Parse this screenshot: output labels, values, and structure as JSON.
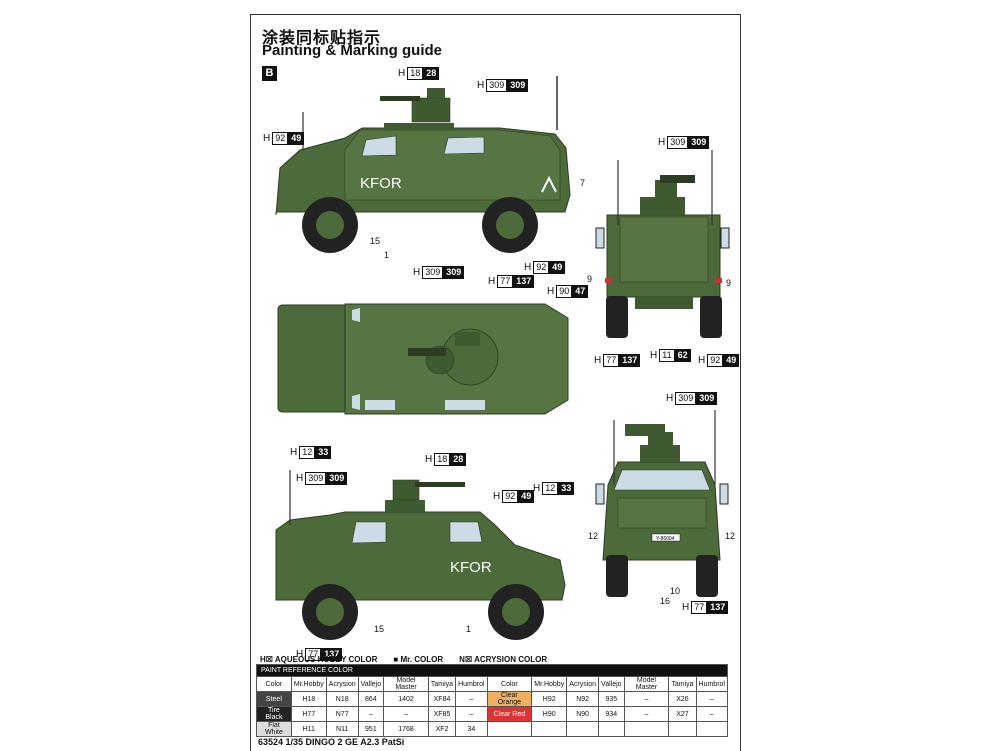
{
  "header": {
    "title_cn": "涂装同标贴指示",
    "title_en": "Painting & Marking guide",
    "variant": "B"
  },
  "callouts": {
    "c1": {
      "h": "H",
      "a": "18",
      "b": "28"
    },
    "c2": {
      "h": "H",
      "a": "309",
      "b": "309"
    },
    "c3": {
      "h": "H",
      "a": "92",
      "b": "49"
    },
    "c4": {
      "h": "H",
      "a": "309",
      "b": "309"
    },
    "c5": {
      "h": "H",
      "a": "77",
      "b": "137"
    },
    "c6": {
      "h": "H",
      "a": "92",
      "b": "49"
    },
    "c7": {
      "h": "H",
      "a": "90",
      "b": "47"
    },
    "c8": {
      "h": "H",
      "a": "309",
      "b": "309"
    },
    "c9": {
      "h": "H",
      "a": "77",
      "b": "137"
    },
    "c10": {
      "h": "H",
      "a": "11",
      "b": "62"
    },
    "c11": {
      "h": "H",
      "a": "92",
      "b": "49"
    },
    "c12": {
      "h": "H",
      "a": "12",
      "b": "33"
    },
    "c13": {
      "h": "H",
      "a": "309",
      "b": "309"
    },
    "c14": {
      "h": "H",
      "a": "18",
      "b": "28"
    },
    "c15": {
      "h": "H",
      "a": "92",
      "b": "49"
    },
    "c16": {
      "h": "H",
      "a": "309",
      "b": "309"
    },
    "c17": {
      "h": "H",
      "a": "12",
      "b": "33"
    },
    "c18": {
      "h": "H",
      "a": "77",
      "b": "137"
    },
    "c19": {
      "h": "H",
      "a": "77",
      "b": "137"
    }
  },
  "part_numbers": {
    "n7": "7",
    "n15a": "15",
    "n1a": "1",
    "n9a": "9",
    "n9b": "9",
    "n1b": "1",
    "n15b": "15",
    "n12a": "12",
    "n12b": "12",
    "n10": "10",
    "n16": "16"
  },
  "vehicle": {
    "marking": "KFOR",
    "front_plate": "Y-86004",
    "colors": {
      "green": "#4d6a3a",
      "dark_green": "#36502a",
      "window": "#ccdbe6",
      "tire": "#222222"
    }
  },
  "paint_ref": {
    "legend": [
      "AQUEOUS HOBBY COLOR",
      "Mr. COLOR",
      "ACRYSION COLOR"
    ],
    "legend_marks": [
      "H☒",
      "■",
      "N☒"
    ],
    "caption": "PAINT REFERENCE COLOR",
    "columns": [
      "Color",
      "Mr.Hobby",
      "Acrysion",
      "Vallejo",
      "Model Master",
      "Tamiya",
      "Humbrol"
    ],
    "rows_left": [
      {
        "color": "Steel",
        "mrhobby": "H18",
        "acrysion": "N18",
        "vallejo": "864",
        "mm": "1402",
        "tamiya": "XF84",
        "humbrol": "–"
      },
      {
        "color": "Tire Black",
        "mrhobby": "H77",
        "acrysion": "N77",
        "vallejo": "–",
        "mm": "–",
        "tamiya": "XF85",
        "humbrol": "–"
      },
      {
        "color": "Flat White",
        "mrhobby": "H11",
        "acrysion": "N11",
        "vallejo": "951",
        "mm": "1768",
        "tamiya": "XF2",
        "humbrol": "34"
      }
    ],
    "rows_right": [
      {
        "color": "Clear Orange",
        "mrhobby": "H92",
        "acrysion": "N92",
        "vallejo": "935",
        "mm": "–",
        "tamiya": "X26",
        "humbrol": "–"
      },
      {
        "color": "Clear Red",
        "mrhobby": "H90",
        "acrysion": "N90",
        "vallejo": "934",
        "mm": "–",
        "tamiya": "X27",
        "humbrol": "–"
      },
      {
        "color": "",
        "mrhobby": "",
        "acrysion": "",
        "vallejo": "",
        "mm": "",
        "tamiya": "",
        "humbrol": ""
      }
    ]
  },
  "footer": "63524 1/35 DINGO 2 GE A2.3 PatSi"
}
